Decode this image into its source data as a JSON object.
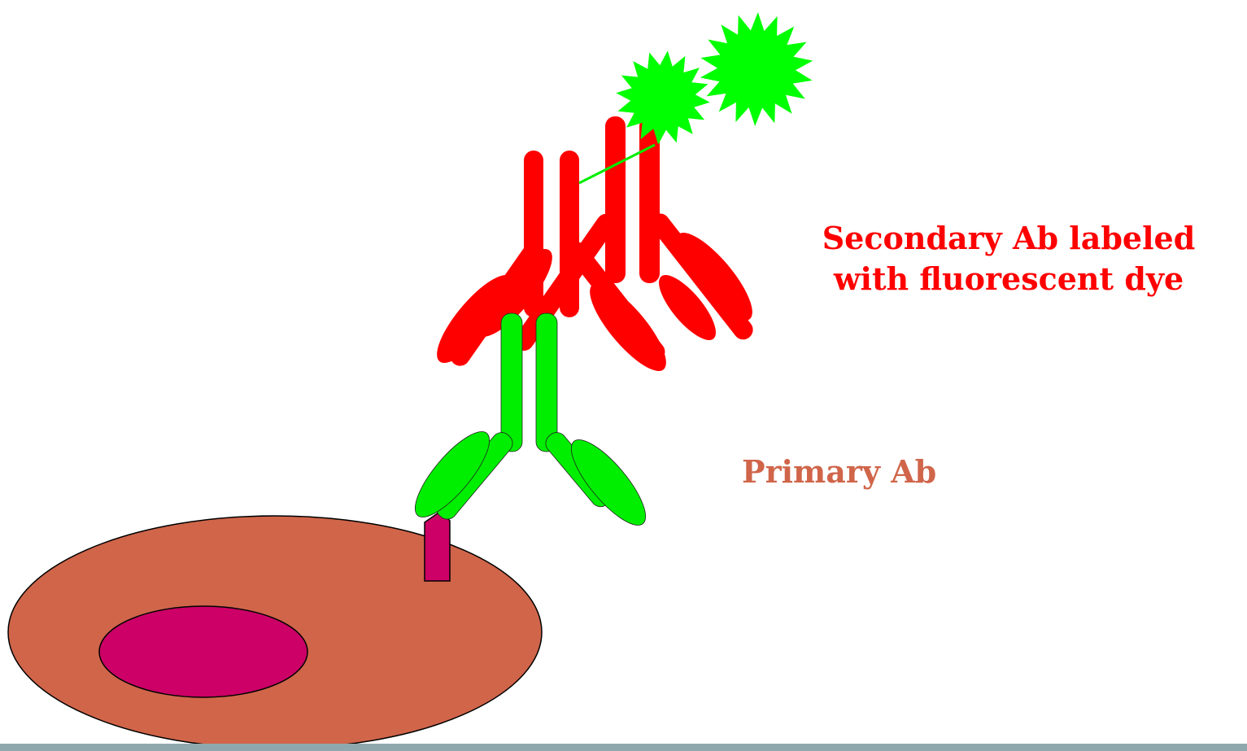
{
  "labels": {
    "secondary_line1": "Secondary Ab labeled",
    "secondary_line2": "with fluorescent dye",
    "primary": "Primary Ab"
  },
  "colors": {
    "secondary_label": "#ff0000",
    "primary_label": "#d0654a",
    "cell": "#d0654a",
    "nucleus": "#cc0066",
    "antigen": "#cc0066",
    "primary_ab": "#00ee00",
    "secondary_ab": "#ff0000",
    "fluorophore": "#00ff00",
    "footer_bar": "#8fa8ad"
  }
}
